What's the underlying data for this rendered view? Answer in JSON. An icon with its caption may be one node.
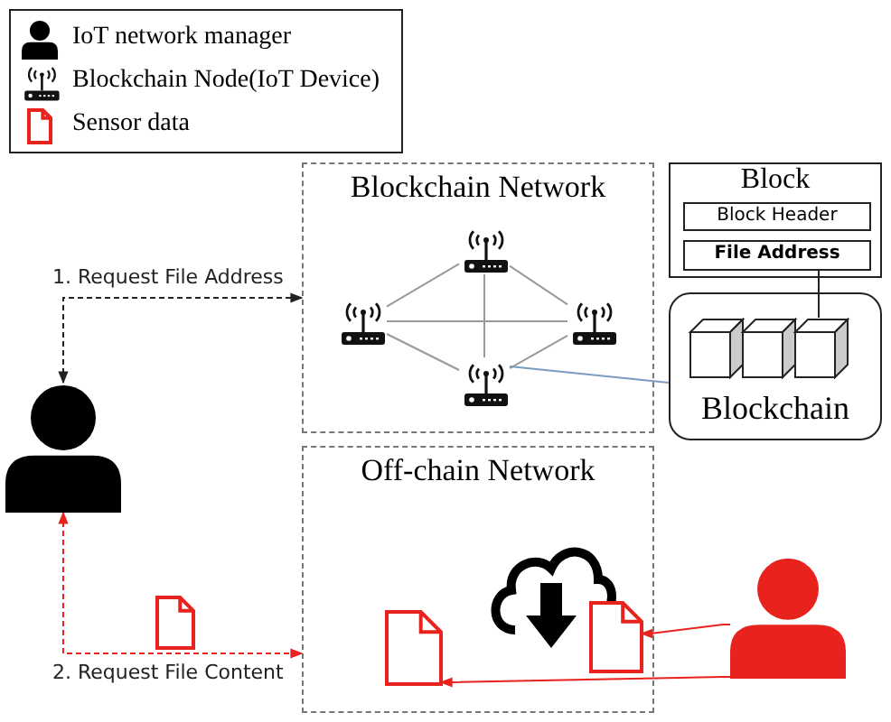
{
  "diagram": {
    "nodes": [
      {
        "text": [
          "Blockchain Network"
        ]
      },
      {
        "text": [],
        "shape": "picture",
        "in": 0
      },
      {
        "text": [],
        "shape": "picture",
        "in": 0
      },
      {
        "text": [],
        "shape": "picture",
        "in": 0
      },
      {
        "text": [],
        "shape": "picture",
        "in": 0
      },
      {
        "text": [
          "Block"
        ]
      },
      {
        "text": [
          "Block Header"
        ],
        "in": 5
      },
      {
        "text": [
          "File Address"
        ],
        "in": 5
      },
      {
        "text": [
          "Blockchain"
        ]
      },
      {
        "text": [],
        "shape": "box",
        "in": 8
      },
      {
        "text": [],
        "shape": "box",
        "in": 8
      },
      {
        "text": [],
        "shape": "box",
        "in": 8
      },
      {
        "text": [
          "Off-chain Network"
        ]
      },
      {
        "text": [],
        "shape": "picture",
        "in": 12
      },
      {
        "text": [],
        "shape": "cloud",
        "in": 12
      },
      {
        "text": [],
        "shape": "picture",
        "in": 12
      },
      {
        "text": [],
        "shape": "person"
      },
      {
        "text": [],
        "shape": "person"
      }
    ],
    "edges": [
      {
        "from": 1,
        "to": 2,
        "arrow": "none",
        "color": "#9a9a9a"
      },
      {
        "from": 1,
        "to": 3,
        "arrow": "none",
        "color": "#9a9a9a"
      },
      {
        "from": 2,
        "to": 4,
        "arrow": "none",
        "color": "#9a9a9a"
      },
      {
        "from": 3,
        "to": 4,
        "arrow": "none",
        "color": "#9a9a9a"
      },
      {
        "from": 2,
        "to": 3,
        "arrow": "none",
        "color": "#9a9a9a"
      },
      {
        "from": 1,
        "to": 4,
        "arrow": "none",
        "color": "#9a9a9a"
      },
      {
        "from": 4,
        "to": 8,
        "arrow": "none",
        "color": "#7a9cc0"
      },
      {
        "from": 11,
        "to": 7,
        "arrow": "none",
        "color": "#222222"
      },
      {
        "from": 16,
        "to": 0,
        "arrow": "both",
        "style": "dashed",
        "color": "#222222",
        "label": "1. Request File Address"
      },
      {
        "from": 16,
        "to": 12,
        "arrow": "both",
        "style": "dashed",
        "color": "#e8231e",
        "label": "2. Request File Content"
      },
      {
        "from": 17,
        "to": 15,
        "arrow": "to",
        "color": "#e8231e"
      },
      {
        "from": 17,
        "to": 13,
        "arrow": "to",
        "color": "#e8231e"
      }
    ],
    "legend": [
      {
        "text": "IoT network manager"
      },
      {
        "text": "Blockchain Node(IoT Device)"
      },
      {
        "text": "Sensor data"
      }
    ]
  }
}
